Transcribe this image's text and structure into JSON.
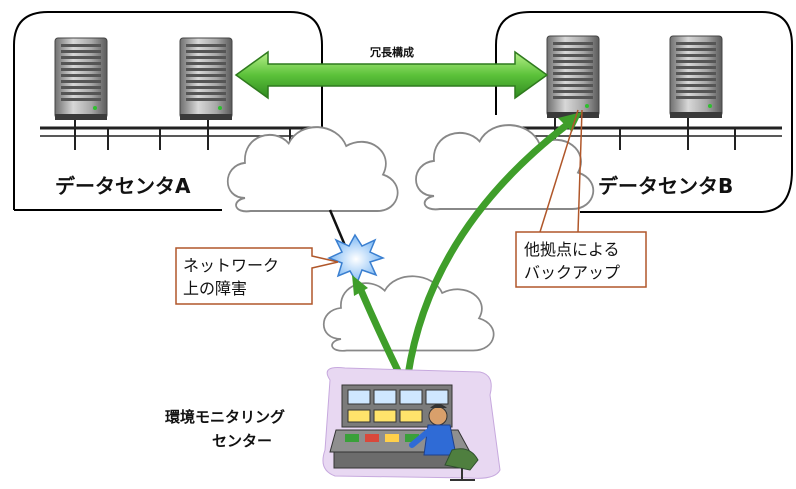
{
  "labels": {
    "redundancy": "冗長構成",
    "datacenter_a": "データセンタA",
    "datacenter_b": "データセンタB",
    "failure_line1": "ネットワーク",
    "failure_line2": "上の障害",
    "backup_line1": "他拠点による",
    "backup_line2": "バックアップ",
    "monitoring_line1": "環境モニタリング",
    "monitoring_line2": "センター"
  },
  "colors": {
    "arrow_green": "#3f9e2a",
    "arrow_light_green": "#8fd85a",
    "callout_border": "#b0572a",
    "burst_fill": "#a9d4ff",
    "box_border": "#000000"
  },
  "icons": [
    "server-icon",
    "cloud-icon",
    "burst-icon",
    "operator-console-icon"
  ]
}
